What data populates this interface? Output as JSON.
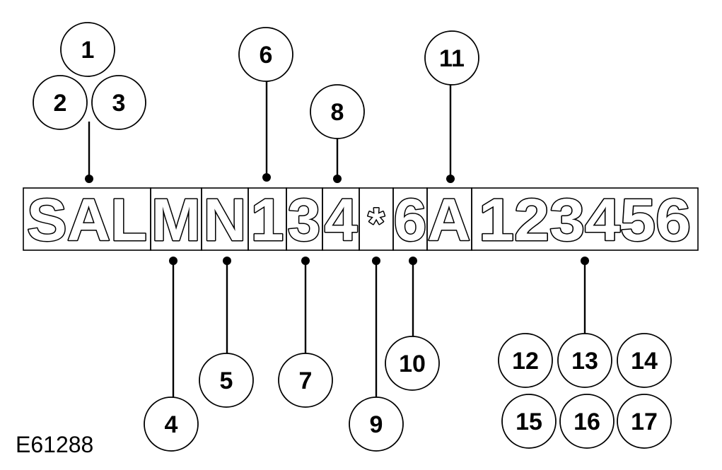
{
  "diagram": {
    "reference_code": "E61288",
    "vin_segments": [
      {
        "id": "seg-sal",
        "text": "SAL"
      },
      {
        "id": "seg-m",
        "text": "M"
      },
      {
        "id": "seg-n",
        "text": "N"
      },
      {
        "id": "seg-1",
        "text": "1"
      },
      {
        "id": "seg-3",
        "text": "3"
      },
      {
        "id": "seg-4",
        "text": "4"
      },
      {
        "id": "seg-star",
        "text": "*"
      },
      {
        "id": "seg-6",
        "text": "6"
      },
      {
        "id": "seg-a",
        "text": "A"
      },
      {
        "id": "seg-serial",
        "text": "123456"
      }
    ],
    "callouts": [
      {
        "label": "1"
      },
      {
        "label": "2"
      },
      {
        "label": "3"
      },
      {
        "label": "4"
      },
      {
        "label": "5"
      },
      {
        "label": "6"
      },
      {
        "label": "7"
      },
      {
        "label": "8"
      },
      {
        "label": "9"
      },
      {
        "label": "10"
      },
      {
        "label": "11"
      },
      {
        "label": "12"
      },
      {
        "label": "13"
      },
      {
        "label": "14"
      },
      {
        "label": "15"
      },
      {
        "label": "16"
      },
      {
        "label": "17"
      }
    ]
  }
}
